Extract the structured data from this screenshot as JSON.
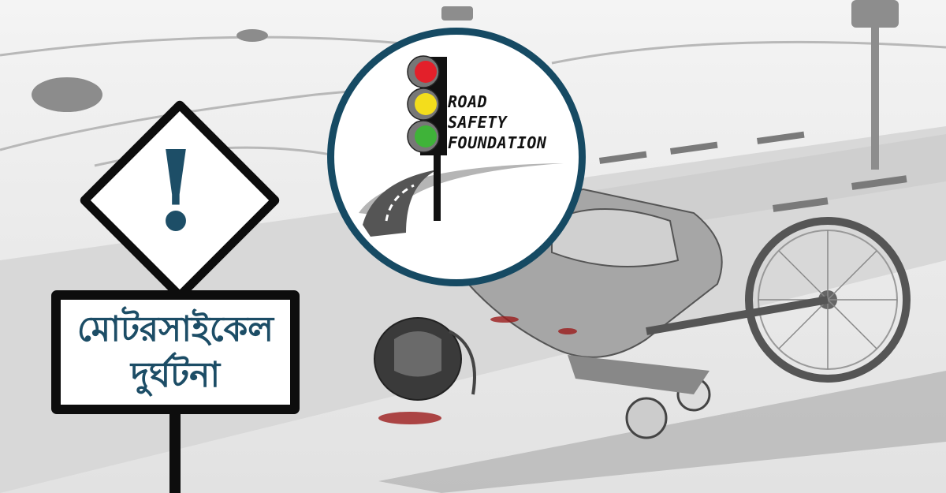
{
  "sign": {
    "warning_symbol": "!",
    "line1": "মোটরসাইকেল",
    "line2": "দুর্ঘটনা"
  },
  "logo": {
    "line1": "ROAD",
    "line2": "SAFETY",
    "line3": "FOUNDATION",
    "colors": {
      "ring": "#164a63",
      "red": "#e3202a",
      "yellow": "#f3dd1c",
      "green": "#3fb339"
    }
  }
}
